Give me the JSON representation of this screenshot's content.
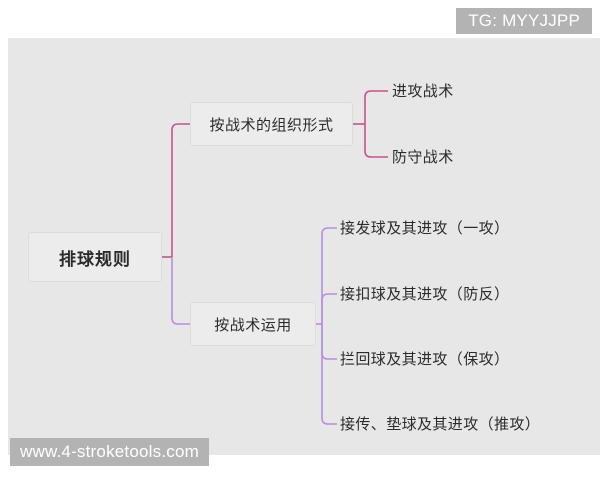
{
  "watermarks": {
    "top_right": "TG: MYYJJPP",
    "bottom_left": "www.4-stroketools.com"
  },
  "colors": {
    "canvas_background": "#e7e7e7",
    "page_background": "#ffffff",
    "watermark_background": "#b3b3b3",
    "watermark_text": "#ffffff",
    "node_fill": "#ececec",
    "node_border": "#dcdcdc",
    "text": "#2b2b2b",
    "branch_1_connector": "#c8528a",
    "branch_2_connector": "#b491dd"
  },
  "mindmap": {
    "root": {
      "label": "排球规则"
    },
    "branches": [
      {
        "label": "按战术的组织形式",
        "connector_color": "#c8528a",
        "children": [
          {
            "label": "进攻战术"
          },
          {
            "label": "防守战术"
          }
        ]
      },
      {
        "label": "按战术运用",
        "connector_color": "#b491dd",
        "children": [
          {
            "label": "接发球及其进攻（一攻）"
          },
          {
            "label": "接扣球及其进攻（防反）"
          },
          {
            "label": "拦回球及其进攻（保攻）"
          },
          {
            "label": "接传、垫球及其进攻（推攻）"
          }
        ]
      }
    ]
  }
}
